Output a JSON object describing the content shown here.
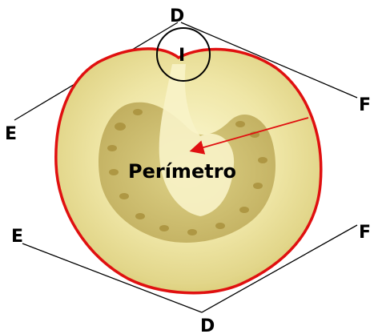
{
  "labels": {
    "d_top": "D",
    "d_bottom": "D",
    "e_left_upper": "E",
    "e_left_lower": "E",
    "f_right_upper": "F",
    "f_right_lower": "F",
    "notch": "I",
    "perimeter": "Perímetro"
  },
  "colors": {
    "outline": "#e01010",
    "arrow": "#e01010",
    "box_lines": "#000000",
    "fruit_light": "#f4efb6",
    "fruit_mid": "#ded58a",
    "fruit_dark": "#b8a64e",
    "seed": "#a88f3a"
  }
}
